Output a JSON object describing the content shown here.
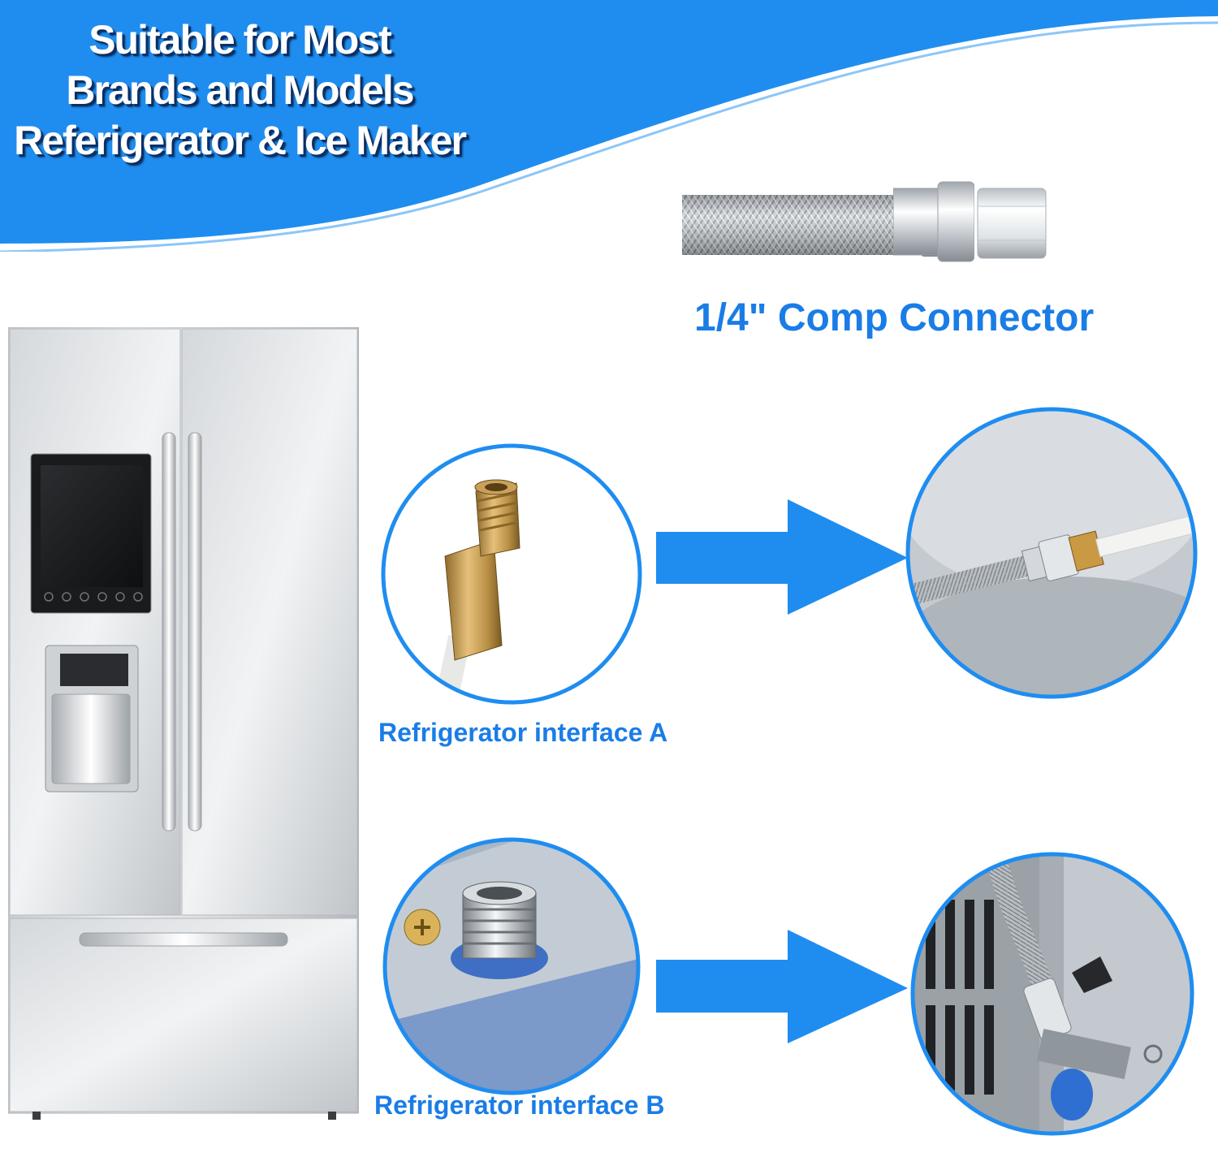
{
  "header": {
    "lines": [
      "Suitable for Most",
      "Brands and Models",
      "Referigerator & Ice Maker"
    ]
  },
  "connector": {
    "label": "1/4\" Comp Connector"
  },
  "interfaces": [
    {
      "label": "Refrigerator interface A"
    },
    {
      "label": "Refrigerator interface B"
    }
  ],
  "colors": {
    "accent": "#1f8df0",
    "label_blue": "#1a7de6",
    "circle_border": "#1f8df0"
  }
}
